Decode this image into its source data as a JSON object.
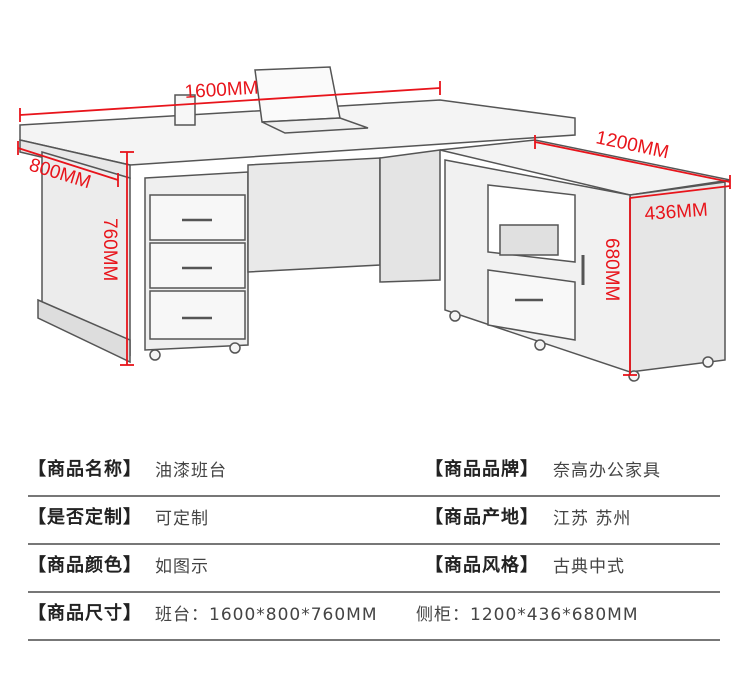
{
  "dimensions": {
    "desk_width": "1600MM",
    "desk_depth": "800MM",
    "desk_height": "760MM",
    "cabinet_width": "1200MM",
    "cabinet_depth": "436MM",
    "cabinet_height": "680MM"
  },
  "accent_color": "#e8141b",
  "specs": [
    {
      "label": "【商品名称】",
      "value": "油漆班台",
      "label2": "【商品品牌】",
      "value2": "奈高办公家具"
    },
    {
      "label": "【是否定制】",
      "value": "可定制",
      "label2": "【商品产地】",
      "value2": "江苏 苏州"
    },
    {
      "label": "【商品颜色】",
      "value": "如图示",
      "label2": "【商品风格】",
      "value2": "古典中式"
    },
    {
      "label": "【商品尺寸】",
      "value": "班台：1600*800*760MM",
      "value2": "侧柜：1200*436*680MM"
    }
  ]
}
